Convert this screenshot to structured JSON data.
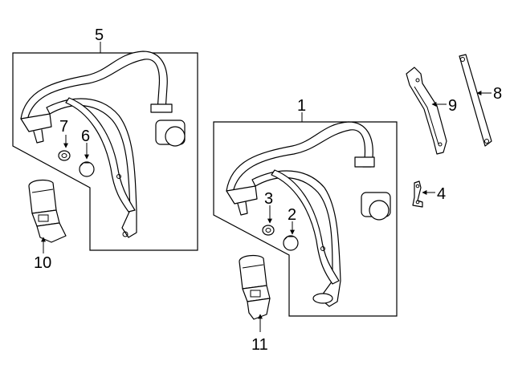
{
  "diagram": {
    "callouts": [
      {
        "id": "c1",
        "number": "1"
      },
      {
        "id": "c2",
        "number": "2"
      },
      {
        "id": "c3",
        "number": "3"
      },
      {
        "id": "c4",
        "number": "4"
      },
      {
        "id": "c5",
        "number": "5"
      },
      {
        "id": "c6",
        "number": "6"
      },
      {
        "id": "c7",
        "number": "7"
      },
      {
        "id": "c8",
        "number": "8"
      },
      {
        "id": "c9",
        "number": "9"
      },
      {
        "id": "c10",
        "number": "10"
      },
      {
        "id": "c11",
        "number": "11"
      }
    ]
  }
}
